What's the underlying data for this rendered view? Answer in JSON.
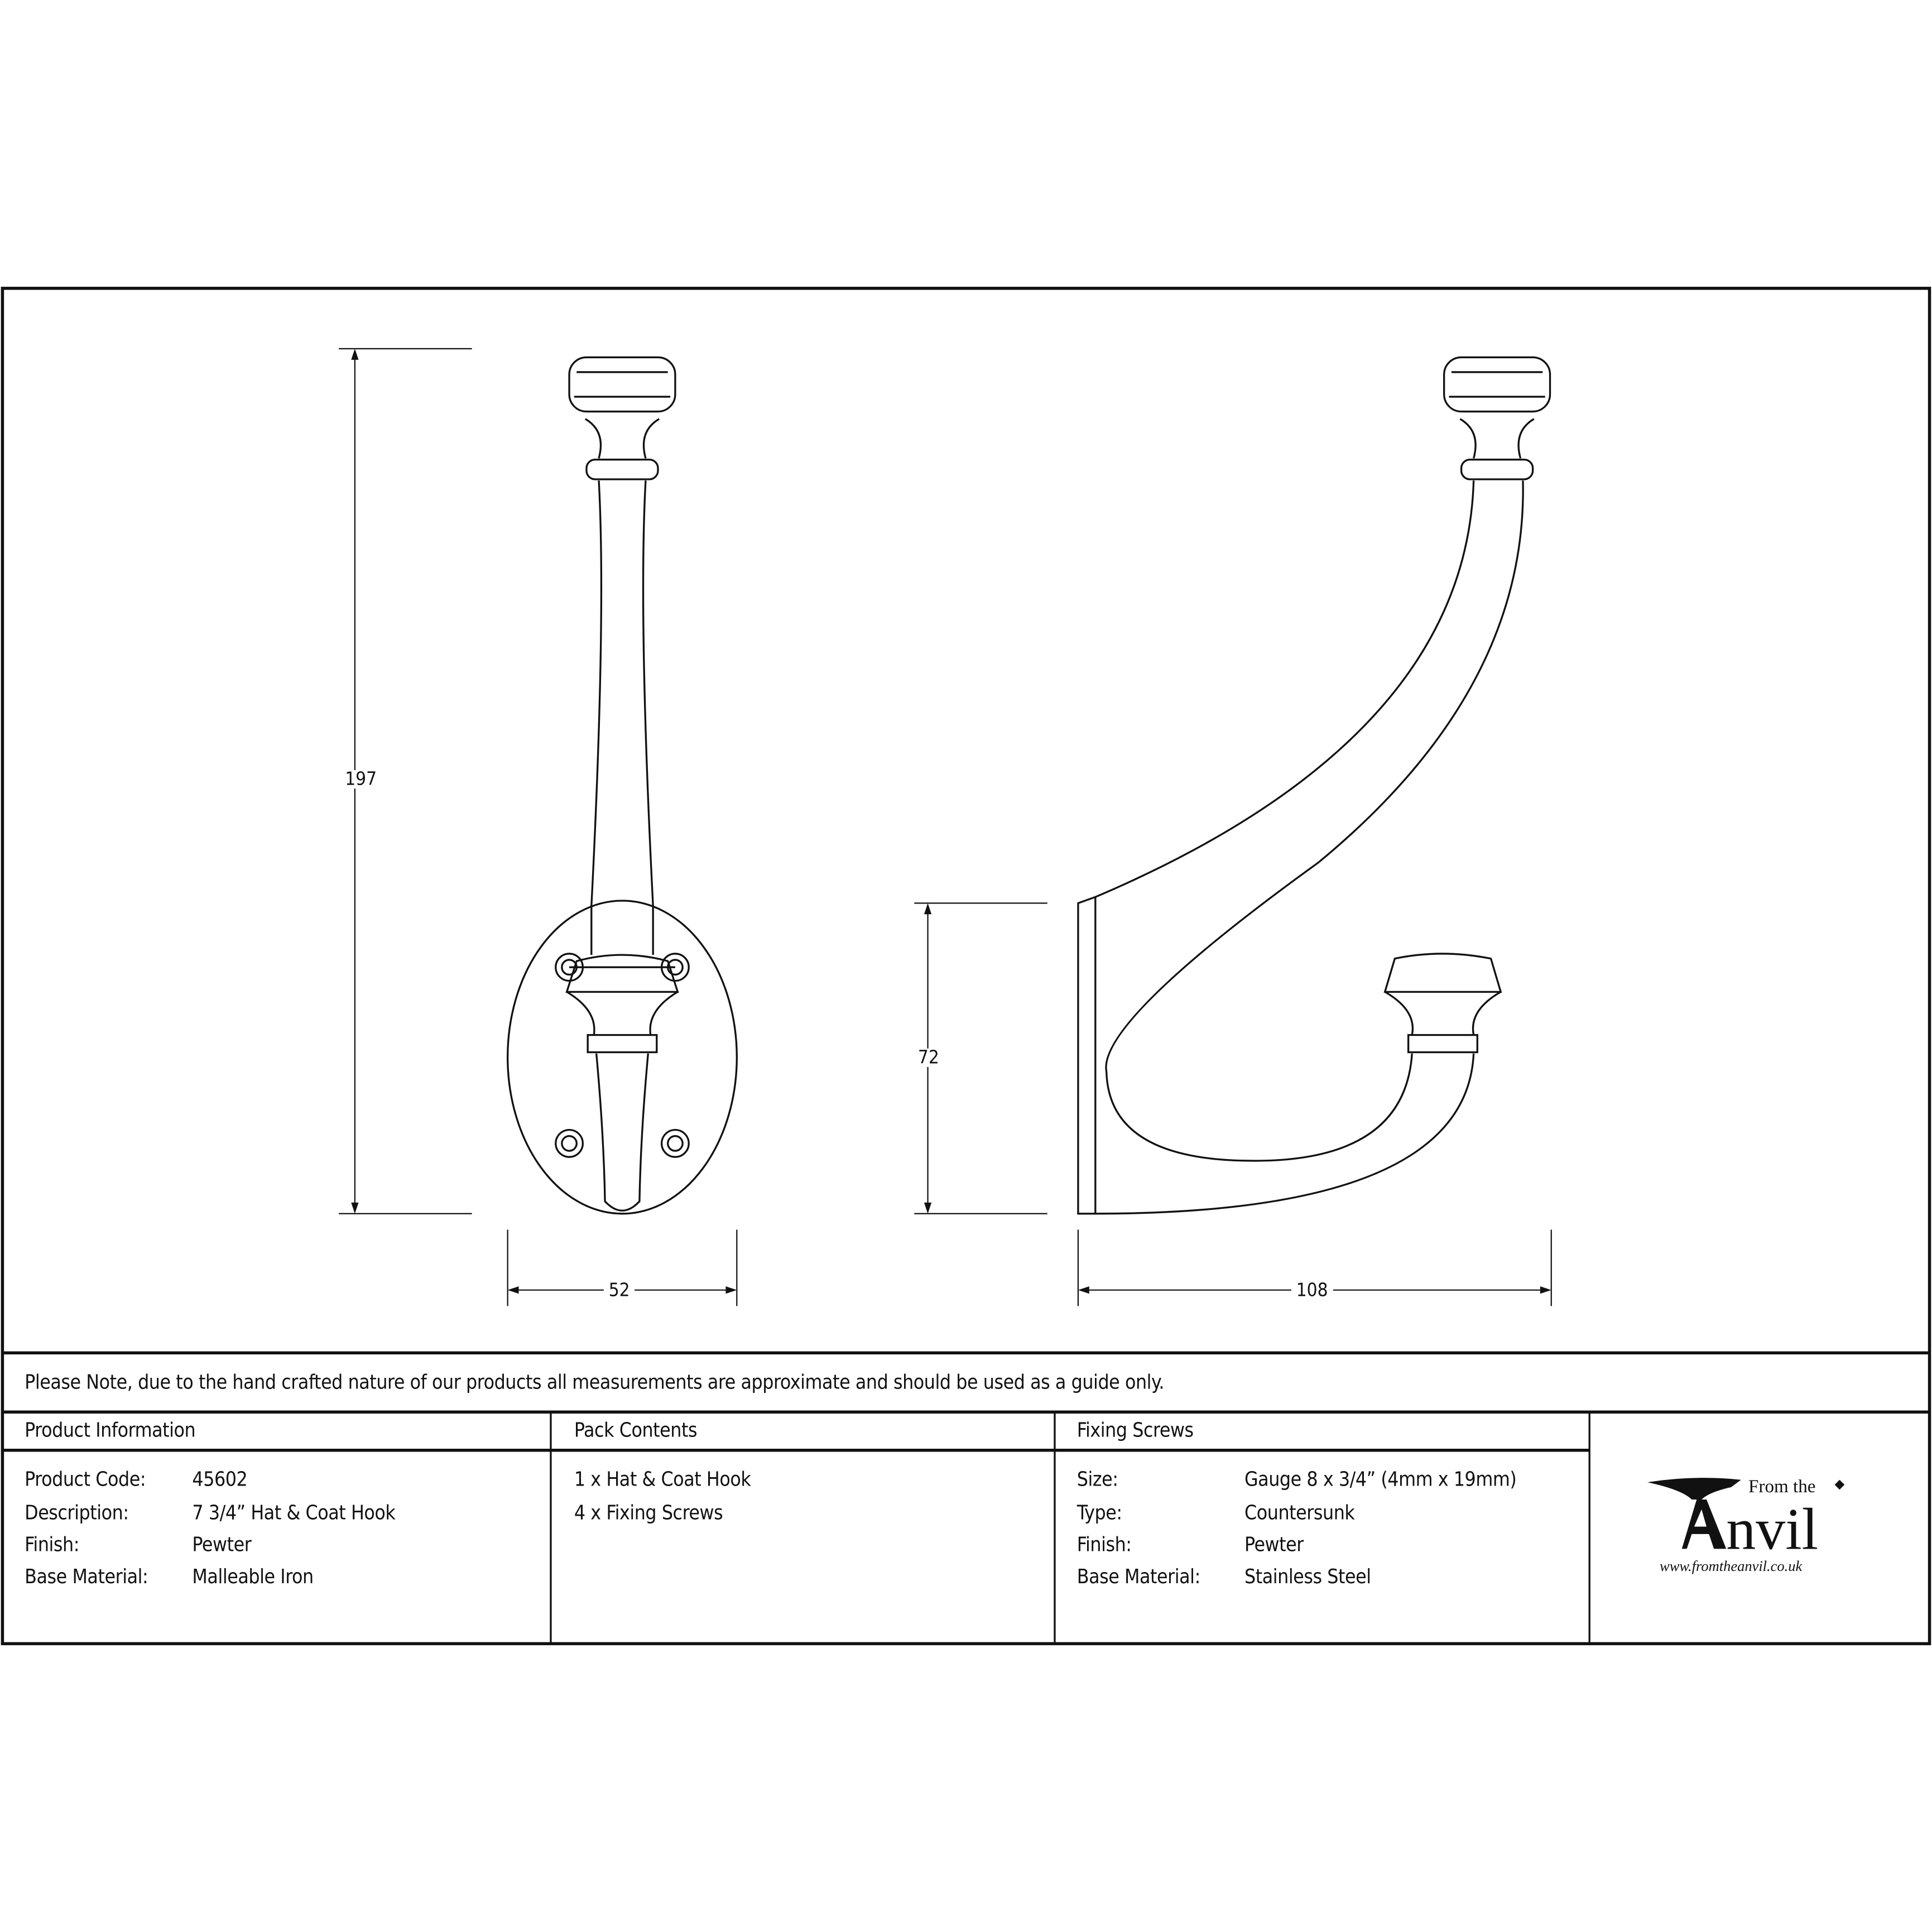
{
  "dimensions": {
    "height": "197",
    "width_front": "52",
    "projection_height": "72",
    "depth": "108"
  },
  "note": "Please Note, due to the hand crafted nature of our products all measurements are approximate and should be used as a guide only.",
  "product_info": {
    "header": "Product Information",
    "rows": [
      {
        "label": "Product Code:",
        "value": "45602"
      },
      {
        "label": "Description:",
        "value": "7 3/4” Hat & Coat Hook"
      },
      {
        "label": "Finish:",
        "value": "Pewter"
      },
      {
        "label": "Base Material:",
        "value": "Malleable Iron"
      }
    ]
  },
  "pack_contents": {
    "header": "Pack Contents",
    "items": [
      "1 x Hat & Coat Hook",
      "4 x Fixing Screws"
    ]
  },
  "fixing_screws": {
    "header": "Fixing Screws",
    "rows": [
      {
        "label": "Size:",
        "value": "Gauge 8 x 3/4” (4mm x 19mm)"
      },
      {
        "label": "Type:",
        "value": "Countersunk"
      },
      {
        "label": "Finish:",
        "value": "Pewter"
      },
      {
        "label": "Base Material:",
        "value": "Stainless Steel"
      }
    ]
  },
  "logo": {
    "line1": "From the",
    "line2": "Anvil",
    "url": "www.fromtheanvil.co.uk"
  }
}
